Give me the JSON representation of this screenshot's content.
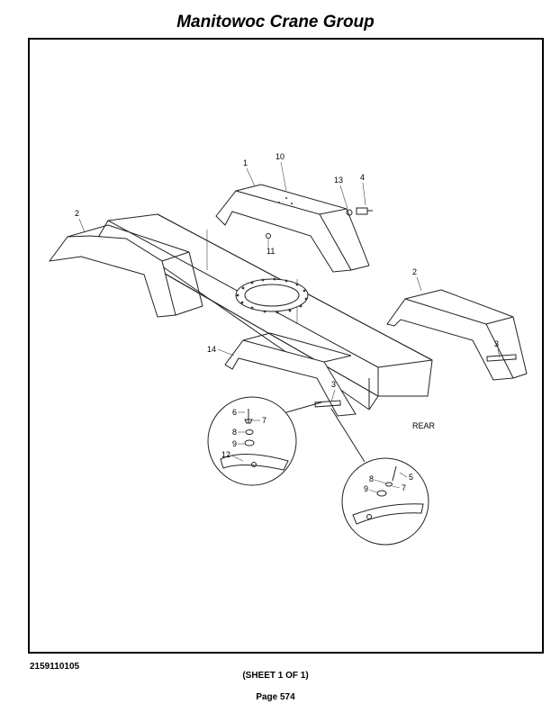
{
  "header": {
    "title": "Manitowoc Crane Group"
  },
  "footer": {
    "drawing_number": "2159110105",
    "sheet": "(SHEET 1 OF 1)",
    "page": "Page 574"
  },
  "diagram": {
    "callouts": [
      "1",
      "2",
      "2",
      "3",
      "3",
      "4",
      "10",
      "11",
      "13",
      "14"
    ],
    "orientation_label": "REAR",
    "detail_a_callouts": [
      "6",
      "7",
      "8",
      "9",
      "12"
    ],
    "detail_b_callouts": [
      "5",
      "7",
      "8",
      "9"
    ]
  }
}
